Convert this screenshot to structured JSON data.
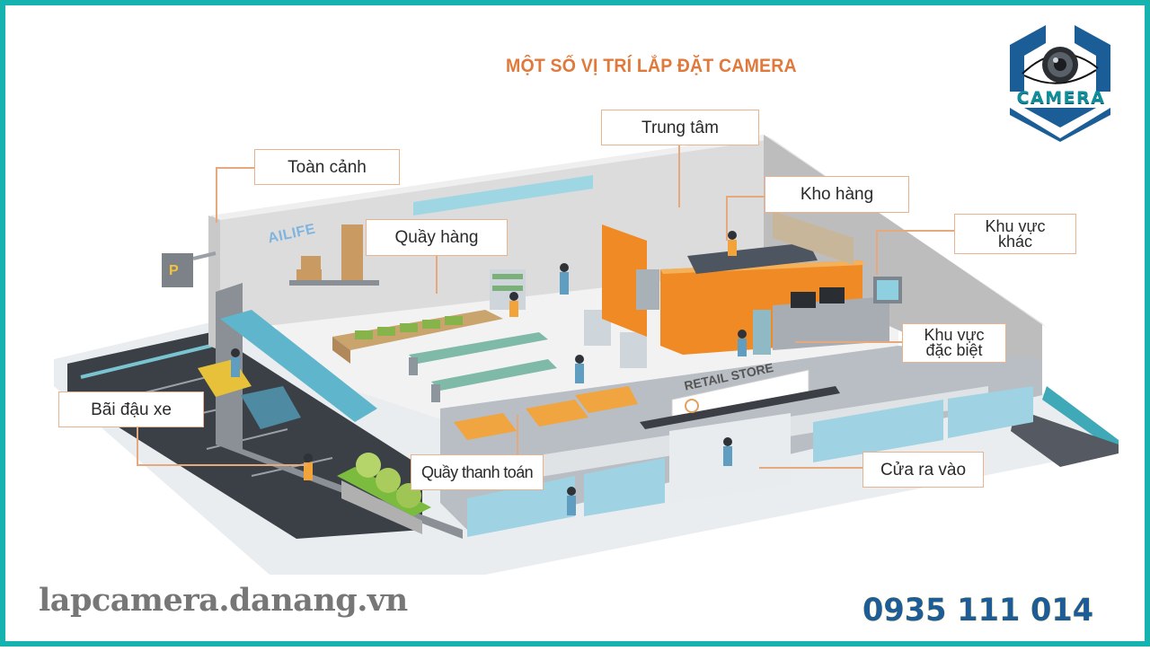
{
  "title": "MỘT SỐ VỊ TRÍ LẮP ĐẶT CAMERA",
  "logo": {
    "text": "CAMERA",
    "icon": "eye-camera-lens-icon",
    "colors": {
      "hexagon": "#1b5d96",
      "text": "#0f8f9a"
    }
  },
  "scene": {
    "store_sign": "RETAIL STORE",
    "wall_brand": "AILIFE",
    "parking_sign": "P"
  },
  "callouts": [
    {
      "id": "toan-canh",
      "label": "Toàn cảnh"
    },
    {
      "id": "trung-tam",
      "label": "Trung tâm"
    },
    {
      "id": "kho-hang",
      "label": "Kho hàng"
    },
    {
      "id": "quay-hang",
      "label": "Quầy hàng"
    },
    {
      "id": "khu-vuc-khac",
      "label": "Khu vực khác"
    },
    {
      "id": "khu-vuc-dac-biet",
      "label": "Khu vực đặc biệt"
    },
    {
      "id": "bai-dau-xe",
      "label": "Bãi đậu xe"
    },
    {
      "id": "quay-thanh-toan",
      "label": "Quầy thanh toán"
    },
    {
      "id": "cua-ra-vao",
      "label": "Cửa ra vào"
    }
  ],
  "callout_lines": {
    "khu-vuc-khac": [
      "Khu vực",
      "khác"
    ],
    "khu-vuc-dac-biet": [
      "Khu vực",
      "đặc biệt"
    ]
  },
  "footer": {
    "website": "lapcamera.danang.vn",
    "phone": "0935 111 014"
  },
  "colors": {
    "frame": "#16b2b0",
    "title": "#e07a3c",
    "callout_border": "#e7b48f",
    "accent_orange": "#f08a24",
    "phone": "#1d5c96",
    "website": "#777777"
  }
}
